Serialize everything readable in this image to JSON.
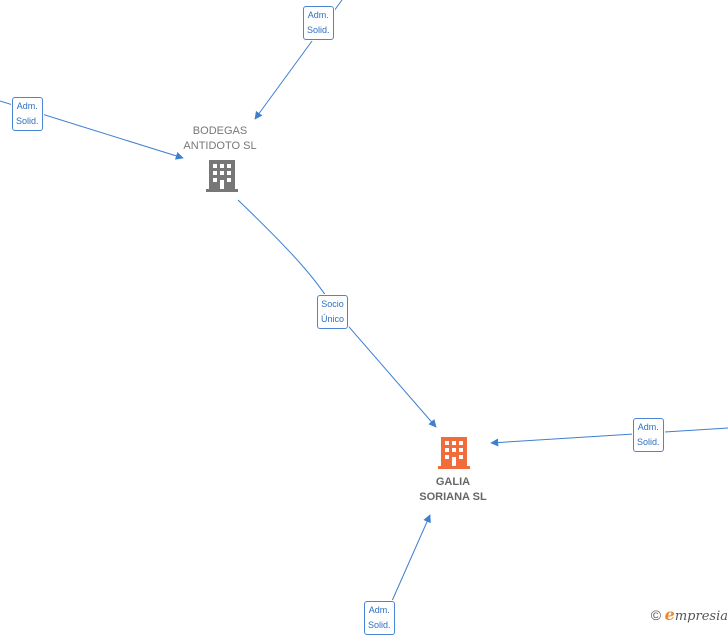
{
  "colors": {
    "edge": "#3d7fd1",
    "label_border": "#4a86d6",
    "label_text": "#2f6fc2",
    "node_secondary": "#777777",
    "node_primary": "#f26b3a"
  },
  "nodes": [
    {
      "id": "bodegas",
      "name_lines": [
        "BODEGAS",
        "ANTIDOTO  SL"
      ],
      "icon": "building-icon",
      "role": "secondary"
    },
    {
      "id": "galia",
      "name_lines": [
        "GALIA",
        "SORIANA  SL"
      ],
      "icon": "building-icon",
      "role": "primary"
    }
  ],
  "edges": [
    {
      "id": "top-to-bodegas",
      "label_lines": [
        "Adm.",
        "Solid."
      ]
    },
    {
      "id": "left-to-bodegas",
      "label_lines": [
        "Adm.",
        "Solid."
      ]
    },
    {
      "id": "bodegas-to-galia",
      "label_lines": [
        "Socio",
        "Único"
      ]
    },
    {
      "id": "right-to-galia",
      "label_lines": [
        "Adm.",
        "Solid."
      ]
    },
    {
      "id": "bottom-to-galia",
      "label_lines": [
        "Adm.",
        "Solid."
      ]
    }
  ],
  "brand": {
    "copyright": "©",
    "initial": "e",
    "rest": "mpresia"
  }
}
